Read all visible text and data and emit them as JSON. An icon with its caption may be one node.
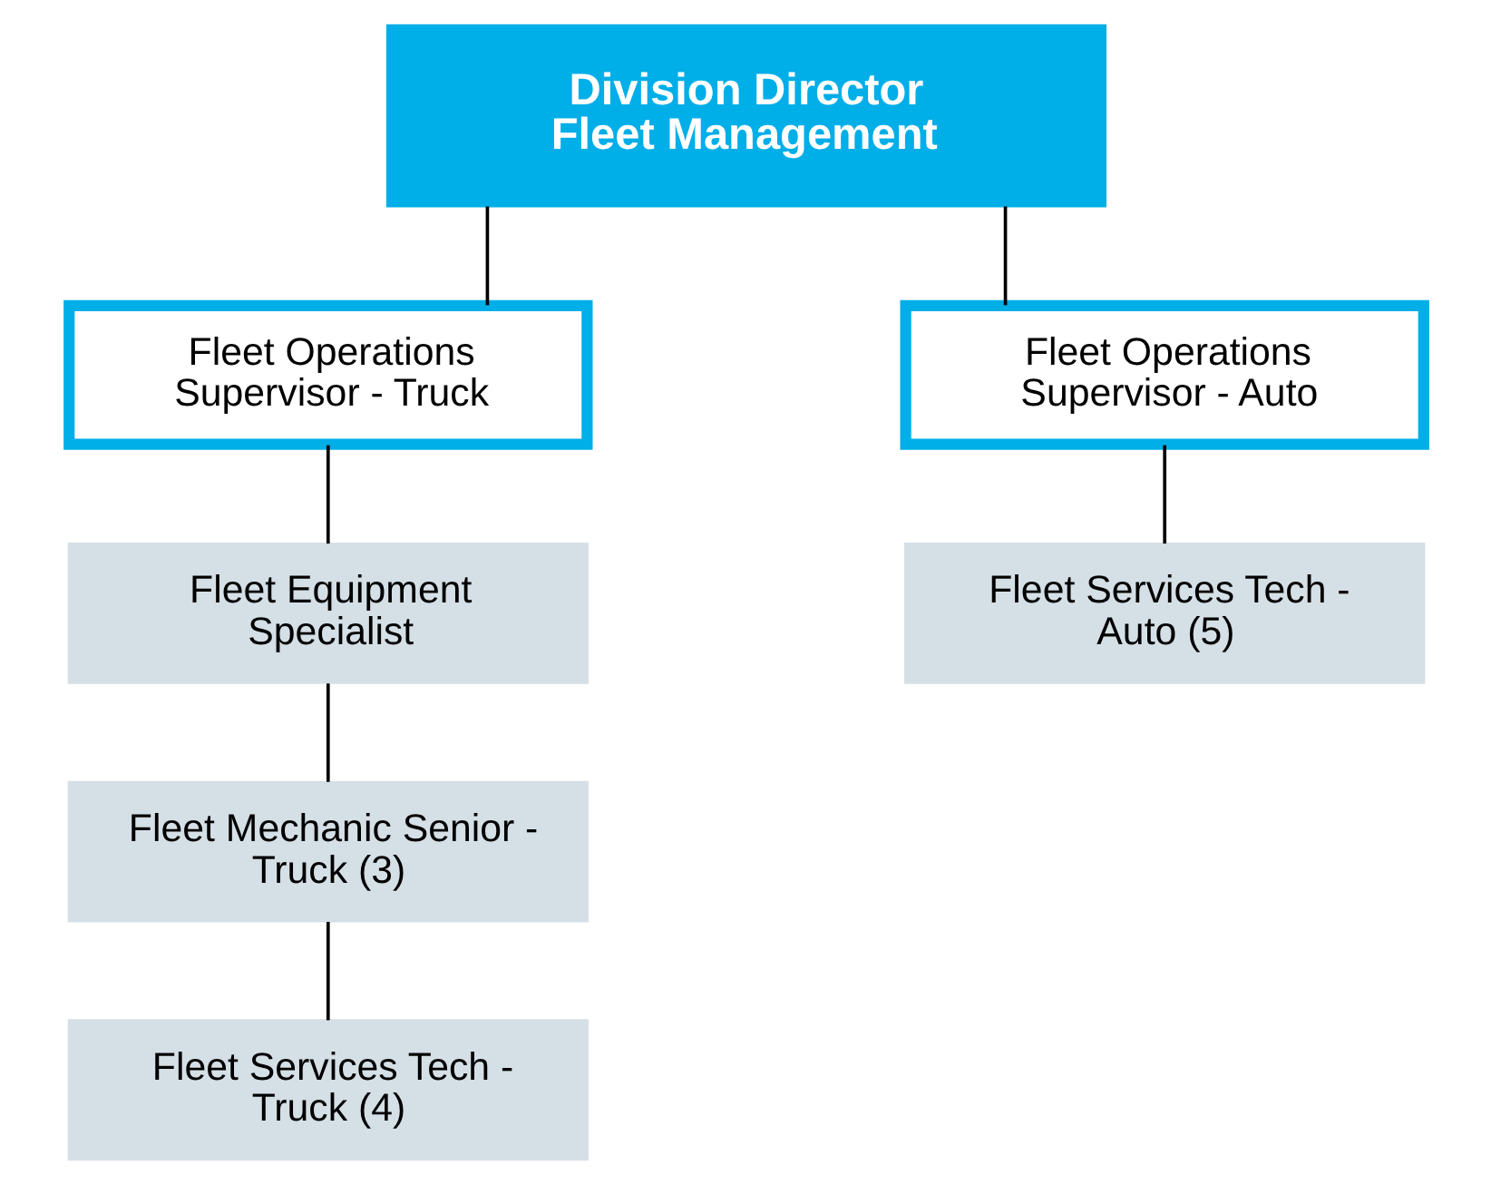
{
  "diagram": {
    "nodes": [
      {
        "text": [
          "Division Director Fleet Management"
        ]
      },
      {
        "text": [
          "Fleet Operations Supervisor - Truck"
        ]
      },
      {
        "text": [
          "Fleet Operations Supervisor - Auto"
        ]
      },
      {
        "text": [
          "Fleet Equipment Specialist"
        ]
      },
      {
        "text": [
          "Fleet Mechanic Senior - Truck (3)"
        ]
      },
      {
        "text": [
          "Fleet Services Tech - Truck (4)"
        ]
      },
      {
        "text": [
          "Fleet Services Tech - Auto (5)"
        ]
      }
    ],
    "edges": [
      {
        "from": 0,
        "to": 1,
        "arrow": "none"
      },
      {
        "from": 0,
        "to": 2,
        "arrow": "none"
      },
      {
        "from": 1,
        "to": 3,
        "arrow": "none"
      },
      {
        "from": 3,
        "to": 4,
        "arrow": "none"
      },
      {
        "from": 4,
        "to": 5,
        "arrow": "none"
      },
      {
        "from": 2,
        "to": 6,
        "arrow": "none"
      }
    ]
  }
}
